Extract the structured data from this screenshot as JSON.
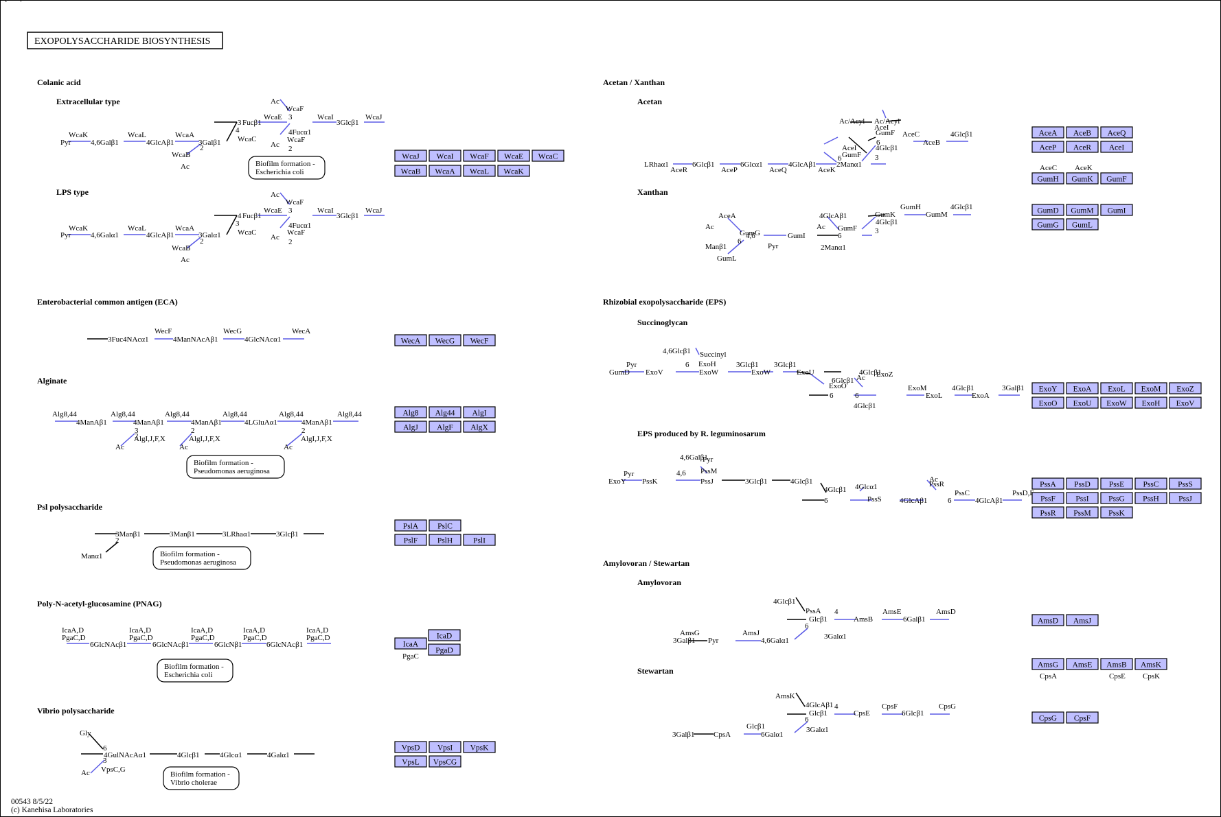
{
  "title": "EXOPOLYSACCHARIDE BIOSYNTHESIS",
  "footer": {
    "map_id": "00543 8/5/22",
    "copyright": "(c) Kanehisa Laboratories"
  },
  "colors": {
    "gene_fill": "#bfbfff",
    "enzyme_line": "#5a5ae6",
    "line": "#000000"
  },
  "headings": {
    "colanic_acid": "Colanic acid",
    "extracellular_type": "Extracellular type",
    "lps_type": "LPS type",
    "eca": "Enterobacterial common antigen (ECA)",
    "alginate": "Alginate",
    "psl": "Psl  polysaccharide",
    "pnag": "Poly-N-acetyl-glucosamine (PNAG)",
    "vibrio": "Vibrio polysaccharide",
    "acetan_xanthan": "Acetan / Xanthan",
    "acetan": "Acetan",
    "xanthan": "Xanthan",
    "rhizobial": "Rhizobial exopolysaccharide (EPS)",
    "succinoglycan": "Succinoglycan",
    "eps_r_leg": "EPS produced by R. leguminosarum",
    "amylovoran_stewartan": "Amylovoran / Stewartan",
    "amylovoran": "Amylovoran",
    "stewartan": "Stewartan"
  },
  "links": [
    {
      "id": "bf-ecoli-1",
      "line1": "Biofilm formation -",
      "line2": "Escherichia coli"
    },
    {
      "id": "bf-pae-1",
      "line1": "Biofilm formation -",
      "line2": "Pseudomonas aeruginosa"
    },
    {
      "id": "bf-pae-2",
      "line1": "Biofilm formation -",
      "line2": "Pseudomonas aeruginosa"
    },
    {
      "id": "bf-ecoli-2",
      "line1": "Biofilm formation -",
      "line2": "Escherichia coli"
    },
    {
      "id": "bf-vch",
      "line1": "Biofilm formation -",
      "line2": "Vibrio cholerae"
    }
  ],
  "gene_groups": [
    {
      "id": "colanic",
      "rows": [
        [
          "WcaJ",
          "WcaI",
          "WcaF",
          "WcaE",
          "WcaC"
        ],
        [
          "WcaB",
          "WcaA",
          "WcaL",
          "WcaK"
        ]
      ]
    },
    {
      "id": "eca",
      "rows": [
        [
          "WecA",
          "WecG",
          "WecF"
        ]
      ]
    },
    {
      "id": "alginate",
      "rows": [
        [
          "Alg8",
          "Alg44",
          "AlgI"
        ],
        [
          "AlgJ",
          "AlgF",
          "AlgX"
        ]
      ]
    },
    {
      "id": "psl",
      "rows": [
        [
          "PslA",
          "PslC"
        ],
        [
          "PslF",
          "PslH",
          "PslI"
        ]
      ]
    },
    {
      "id": "pnag-a",
      "rows": [
        [
          "IcaA"
        ]
      ]
    },
    {
      "id": "pnag-b",
      "rows": [
        [
          "IcaD"
        ],
        [
          "PgaD"
        ]
      ]
    },
    {
      "id": "vibrio",
      "rows": [
        [
          "VpsD",
          "VpsI",
          "VpsK"
        ],
        [
          "VpsL",
          "VpsCG"
        ]
      ]
    },
    {
      "id": "acetan",
      "rows": [
        [
          "AceA",
          "AceB",
          "AceQ"
        ],
        [
          "AceP",
          "AceR",
          "AceI"
        ]
      ]
    },
    {
      "id": "acetan-2",
      "rows": [
        [
          "GumH",
          "GumK",
          "GumF"
        ]
      ]
    },
    {
      "id": "xanthan",
      "rows": [
        [
          "GumD",
          "GumM",
          "GumI"
        ],
        [
          "GumG",
          "GumL"
        ]
      ]
    },
    {
      "id": "succinoglycan",
      "rows": [
        [
          "ExoY",
          "ExoA",
          "ExoL",
          "ExoM",
          "ExoZ"
        ],
        [
          "ExoO",
          "ExoU",
          "ExoW",
          "ExoH",
          "ExoV"
        ]
      ]
    },
    {
      "id": "rleg",
      "rows": [
        [
          "PssA",
          "PssD",
          "PssE",
          "PssC",
          "PssS"
        ],
        [
          "PssF",
          "PssI",
          "PssG",
          "PssH",
          "PssJ"
        ],
        [
          "PssR",
          "PssM",
          "PssK"
        ]
      ]
    },
    {
      "id": "amylovoran",
      "rows": [
        [
          "AmsD",
          "AmsJ"
        ]
      ]
    },
    {
      "id": "amylovoran-2",
      "rows": [
        [
          "AmsG",
          "AmsE",
          "AmsB",
          "AmsK"
        ]
      ]
    },
    {
      "id": "stewartan",
      "rows": [
        [
          "CpsG",
          "CpsF"
        ]
      ]
    }
  ],
  "gene_subtext": {
    "pnag": "PgaC",
    "acetan": [
      "AceC",
      "AceK"
    ],
    "amylovoran": [
      "CpsA",
      "CpsE",
      "CpsK"
    ]
  },
  "pathway_labels": [
    "Pyr",
    "WcaK",
    "4,6Galβ1",
    "WcaL",
    "4GlcAβ1",
    "WcaA",
    "3Galβ1",
    "WcaB",
    "2",
    "Ac",
    "3",
    "4",
    "Fucβ1",
    "WcaE",
    "WcaC",
    "Ac",
    "3",
    "4Fucα1",
    "2",
    "WcaF",
    "Ac",
    "WcaF",
    "WcaI",
    "3Glcβ1",
    "WcaJ",
    "Pyr",
    "WcaK",
    "4,6Galα1",
    "WcaL",
    "4GlcAβ1",
    "WcaA",
    "3Galα1",
    "WcaB",
    "2",
    "Ac",
    "4",
    "3",
    "Fucβ1",
    "WcaE",
    "WcaC",
    "Ac",
    "3",
    "4Fucα1",
    "2",
    "WcaF",
    "Ac",
    "WcaF",
    "WcaI",
    "3Glcβ1",
    "WcaJ",
    "3Fuc4NAcα1",
    "WecF",
    "4ManNAcAβ1",
    "WecG",
    "4GlcNAcα1",
    "WecA",
    "Alg8,44",
    "4ManAβ1",
    "Alg8,44",
    "4ManAβ1",
    "3",
    "2",
    "Ac",
    "AlgI,J,F,X",
    "Alg8,44",
    "4ManAβ1",
    "2",
    "Ac",
    "AlgI,J,F,X",
    "Alg8,44",
    "4LGluAα1",
    "Alg8,44",
    "4ManAβ1",
    "2",
    "Ac",
    "AlgI,J,F,X",
    "Alg8,44",
    "3Manβ1",
    "2",
    "Manα1",
    "3Manβ1",
    "3LRhaα1",
    "3Glcβ1",
    "IcaA,D",
    "PgaC,D",
    "6GlcNAcβ1",
    "IcaA,D",
    "PgaC,D",
    "6GlcNAcβ1",
    "IcaA,D",
    "PgaC,D",
    "6GlcNβ1",
    "IcaA,D",
    "PgaC,D",
    "6GlcNAcβ1",
    "IcaA,D",
    "PgaC,D",
    "Gly",
    "6",
    "4GulNAcAα1",
    "3",
    "Ac",
    "VpsC,G",
    "4Glcβ1",
    "4Glcα1",
    "4Galα1",
    "LRhaα1",
    "AceR",
    "6Glcβ1",
    "AceP",
    "6Glcα1",
    "AceQ",
    "4GlcAβ1",
    "AceK",
    "2Manα1",
    "Ac/Acyl",
    "AceI",
    "GumF",
    "6",
    "Ac/Acyl",
    "AceI",
    "GumF",
    "6",
    "4Glcβ1",
    "3",
    "AceC",
    "AceB",
    "4Glcβ1",
    "AceA",
    "Ac",
    "GumG",
    "6",
    "4,6",
    "Manβ1",
    "GumL",
    "Pyr",
    "GumI",
    "4GlcAβ1",
    "Ac",
    "GumF",
    "6",
    "2Manα1",
    "GumK",
    "4Glcβ1",
    "3",
    "GumH",
    "GumM",
    "4Glcβ1",
    "GumD",
    "Pyr",
    "ExoV",
    "4,6Glcβ1",
    "Succinyl",
    "ExoH",
    "6",
    "ExoW",
    "3Glcβ1",
    "ExoW",
    "3Glcβ1",
    "ExoU",
    "6Glcβ1",
    "ExoO",
    "6",
    "4Glcβ1",
    "Ac",
    "ExoZ",
    "6",
    "4Glcβ1",
    "ExoM",
    "ExoL",
    "4Glcβ1",
    "ExoA",
    "3Galβ1",
    "ExoY",
    "Pyr",
    "PssK",
    "4,6Galβ1",
    "Pyr",
    "PssM",
    "4,6",
    "PssJ",
    "3Glcβ1",
    "4Glcβ1",
    "4Glcβ1",
    "6",
    "4Glcα1",
    "PssS",
    "4GlcAβ1",
    "Ac",
    "PssR",
    "6",
    "PssC",
    "4GlcAβ1",
    "PssD,E",
    "4Glcβ1",
    "PssA",
    "Glcβ1",
    "6",
    "3Galα1",
    "4",
    "AmsB",
    "AmsE",
    "6Galβ1",
    "AmsD",
    "3Galβ1",
    "AmsG",
    "Pyr",
    "AmsJ",
    "4,6Galα1",
    "AmsK",
    "4GlcAβ1",
    "Glcβ1",
    "6",
    "3Galα1",
    "4",
    "CpsE",
    "CpsF",
    "6Glcβ1",
    "CpsG",
    "3Galβ1",
    "CpsA",
    "Glcβ1",
    "6Galα1",
    "CpsK",
    "4GlcAβ1"
  ]
}
